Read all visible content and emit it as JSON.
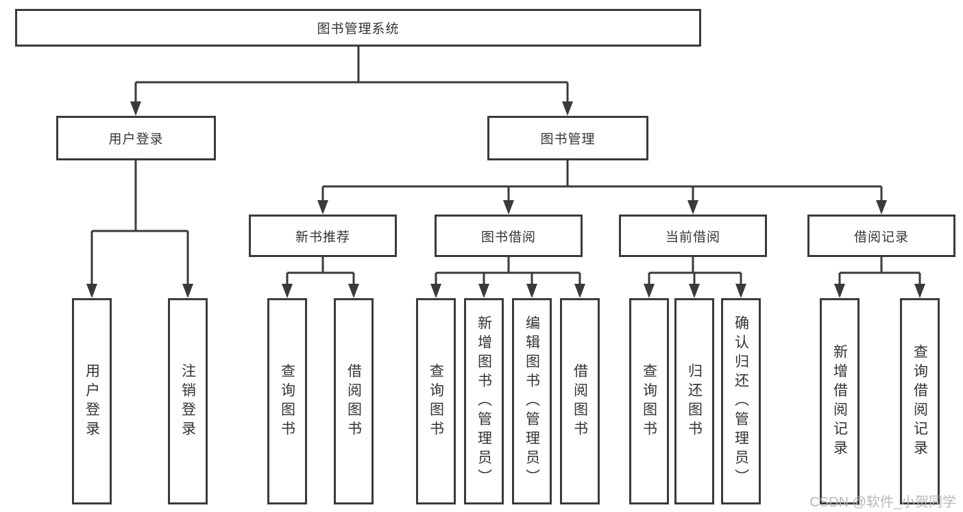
{
  "diagram_title": "图书管理系统",
  "tree": {
    "label": "图书管理系统",
    "children": [
      {
        "label": "用户登录",
        "children": [
          {
            "label": "用户登录"
          },
          {
            "label": "注销登录"
          }
        ]
      },
      {
        "label": "图书管理",
        "children": [
          {
            "label": "新书推荐",
            "children": [
              {
                "label": "查询图书"
              },
              {
                "label": "借阅图书"
              }
            ]
          },
          {
            "label": "图书借阅",
            "children": [
              {
                "label": "查询图书"
              },
              {
                "label": "新增图书（管理员）"
              },
              {
                "label": "编辑图书（管理员）"
              },
              {
                "label": "借阅图书"
              }
            ]
          },
          {
            "label": "当前借阅",
            "children": [
              {
                "label": "查询图书"
              },
              {
                "label": "归还图书"
              },
              {
                "label": "确认归还（管理员）"
              }
            ]
          },
          {
            "label": "借阅记录",
            "children": [
              {
                "label": "新增借阅记录"
              },
              {
                "label": "查询借阅记录"
              }
            ]
          }
        ]
      }
    ]
  },
  "watermark": {
    "text": "CSDN @软件_小贺同学"
  },
  "colors": {
    "line": "#3a3a3a",
    "box_border": "#3a3a3a",
    "text": "#333333",
    "background": "#ffffff",
    "watermark": "#b2b2b2"
  }
}
